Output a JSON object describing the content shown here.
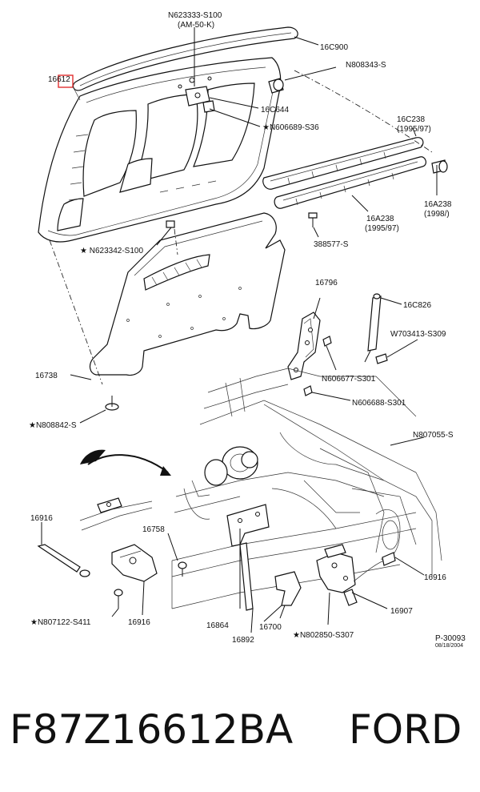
{
  "labels": {
    "n623333": "N623333-S100",
    "am50k": "(AM-50-K)",
    "c16900": "16C900",
    "n808343": "N808343-S",
    "p16612": "16612",
    "c16644": "16C644",
    "n606689": "★N606689-S36",
    "c16238": "16C238",
    "y1995_97a": "(1995/97)",
    "a16238r": "16A238",
    "y1998": "(1998/)",
    "a16238": "16A238",
    "y1995_97b": "(1995/97)",
    "n623342": "★ N623342-S100",
    "s388577": "388577-S",
    "p16796": "16796",
    "c16826": "16C826",
    "w703413": "W703413-S309",
    "n606677": "N606677-S301",
    "p16738": "16738",
    "n606688": "N606688-S301",
    "n808842": "★N808842-S",
    "n807055": "N807055-S",
    "p16916a": "16916",
    "p16758": "16758",
    "p16916b": "16916",
    "n807122": "★N807122-S411",
    "p16916c": "16916",
    "p16864": "16864",
    "p16700": "16700",
    "p16907": "16907",
    "p16892": "16892",
    "n802850": "★N802850-S307",
    "p30093": "P-30093",
    "date": "08/18/2004"
  },
  "caption": {
    "part_number": "F87Z16612BA",
    "brand": "FORD"
  },
  "colors": {
    "highlight": "#e03030",
    "ink": "#111111"
  }
}
